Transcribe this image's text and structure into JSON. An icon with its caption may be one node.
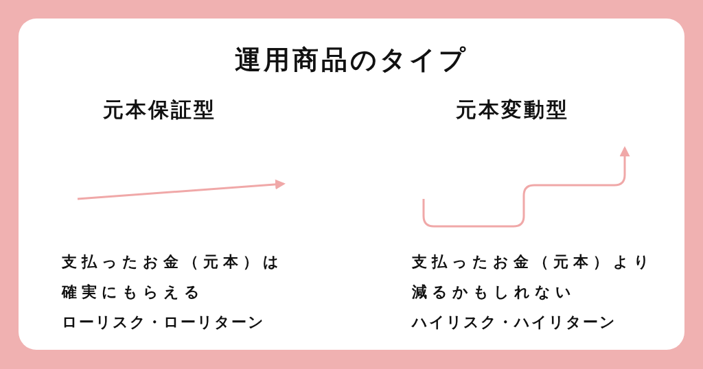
{
  "diagram": {
    "title": "運用商品のタイプ",
    "labels": [
      "元本保証型",
      "元本変動型",
      "支払ったお金（元本）は確実にもらえる",
      "支払ったお金（元本）より減るかもしれない",
      "ローリスク・ローリターン",
      "ハイリスク・ハイリターン"
    ]
  }
}
